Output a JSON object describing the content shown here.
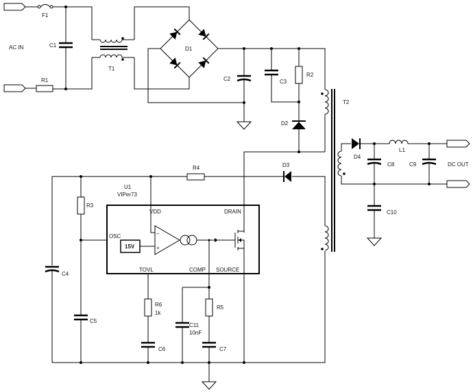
{
  "labels": {
    "f1": "F1",
    "ac_in": "AC IN",
    "c1": "C1",
    "r1": "R1",
    "t1": "T1",
    "d1": "D1",
    "c2": "C2",
    "c3": "C3",
    "r2": "R2",
    "d2": "D2",
    "t2": "T2",
    "d4": "D4",
    "l1": "L1",
    "c8": "C8",
    "c9": "C9",
    "dc_out": "DC OUT",
    "c10": "C10",
    "r4": "R4",
    "d3": "D3",
    "u1": "U1",
    "u1_part": "VIPer73",
    "r3": "R3",
    "vdd": "VDD",
    "drain": "DRAIN",
    "osc": "OSC",
    "ref": "15V",
    "tovl": "TOVL",
    "comp": "COMP",
    "source": "SOURCE",
    "c4": "C4",
    "r6": "R6",
    "r6_val": "1k",
    "c11": "C11",
    "c11_val": "10nF",
    "r5": "R5",
    "c5": "C5",
    "c6": "C6",
    "c7": "C7"
  }
}
